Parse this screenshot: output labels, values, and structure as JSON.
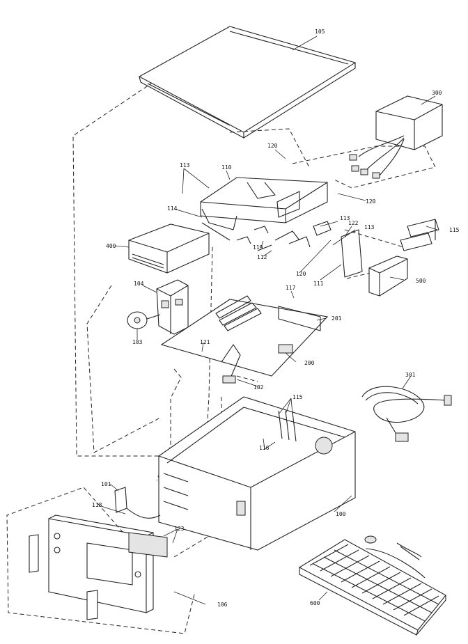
{
  "diagram": {
    "labels": [
      {
        "id": "top-cover",
        "text": "105"
      },
      {
        "id": "power-supply",
        "text": "300"
      },
      {
        "id": "bracket-right-top",
        "text": "120"
      },
      {
        "id": "bracket-right",
        "text": "120"
      },
      {
        "id": "screws-top",
        "text": "113"
      },
      {
        "id": "drive-cage",
        "text": "110"
      },
      {
        "id": "drive-bracket",
        "text": "114"
      },
      {
        "id": "floppy-drive",
        "text": "400"
      },
      {
        "id": "screws-right",
        "text": "113"
      },
      {
        "id": "pin-122",
        "text": "122"
      },
      {
        "id": "clip-113",
        "text": "113"
      },
      {
        "id": "ribbon-cable",
        "text": "115"
      },
      {
        "id": "cage-119",
        "text": "119"
      },
      {
        "id": "cage-112",
        "text": "112"
      },
      {
        "id": "bracket-bottom",
        "text": "120"
      },
      {
        "id": "bracket-111",
        "text": "111"
      },
      {
        "id": "hard-drive",
        "text": "500"
      },
      {
        "id": "fan-bracket",
        "text": "104"
      },
      {
        "id": "fan",
        "text": "103"
      },
      {
        "id": "screw-117",
        "text": "117"
      },
      {
        "id": "io-card",
        "text": "201"
      },
      {
        "id": "screw-121",
        "text": "121"
      },
      {
        "id": "motherboard",
        "text": "200"
      },
      {
        "id": "standoff",
        "text": "102"
      },
      {
        "id": "power-cord",
        "text": "301"
      },
      {
        "id": "slot-covers",
        "text": "115"
      },
      {
        "id": "slot-covers-bottom",
        "text": "116"
      },
      {
        "id": "speaker",
        "text": "101"
      },
      {
        "id": "led-wire",
        "text": "118"
      },
      {
        "id": "bezel-brackets",
        "text": "123"
      },
      {
        "id": "chassis",
        "text": "100"
      },
      {
        "id": "front-bezel",
        "text": "106"
      },
      {
        "id": "keyboard",
        "text": "600"
      }
    ]
  }
}
